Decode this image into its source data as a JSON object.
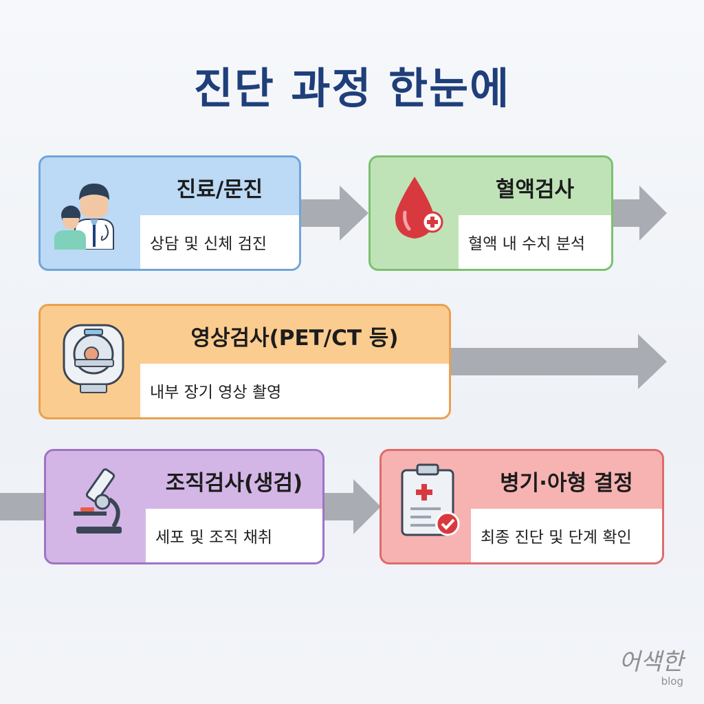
{
  "title": "진단 과정 한눈에",
  "steps": [
    {
      "title": "진료/문진",
      "description": "상담 및 신체 검진",
      "icon": "doctor-patient-icon",
      "color": "#bcd9f5"
    },
    {
      "title": "혈액검사",
      "description": "혈액 내 수치 분석",
      "icon": "blood-drop-icon",
      "color": "#bfe3b7"
    },
    {
      "title": "영상검사(PET/CT 등)",
      "description": "내부 장기 영상 촬영",
      "icon": "ct-scanner-icon",
      "color": "#fbcc8f"
    },
    {
      "title": "조직검사(생검)",
      "description": "세포 및 조직 채취",
      "icon": "microscope-icon",
      "color": "#d3b6e6"
    },
    {
      "title": "병기·아형 결정",
      "description": "최종 진단 및 단계 확인",
      "icon": "clipboard-check-icon",
      "color": "#f6b3b1"
    }
  ],
  "watermark": {
    "main": "어색한",
    "sub": "blog"
  }
}
